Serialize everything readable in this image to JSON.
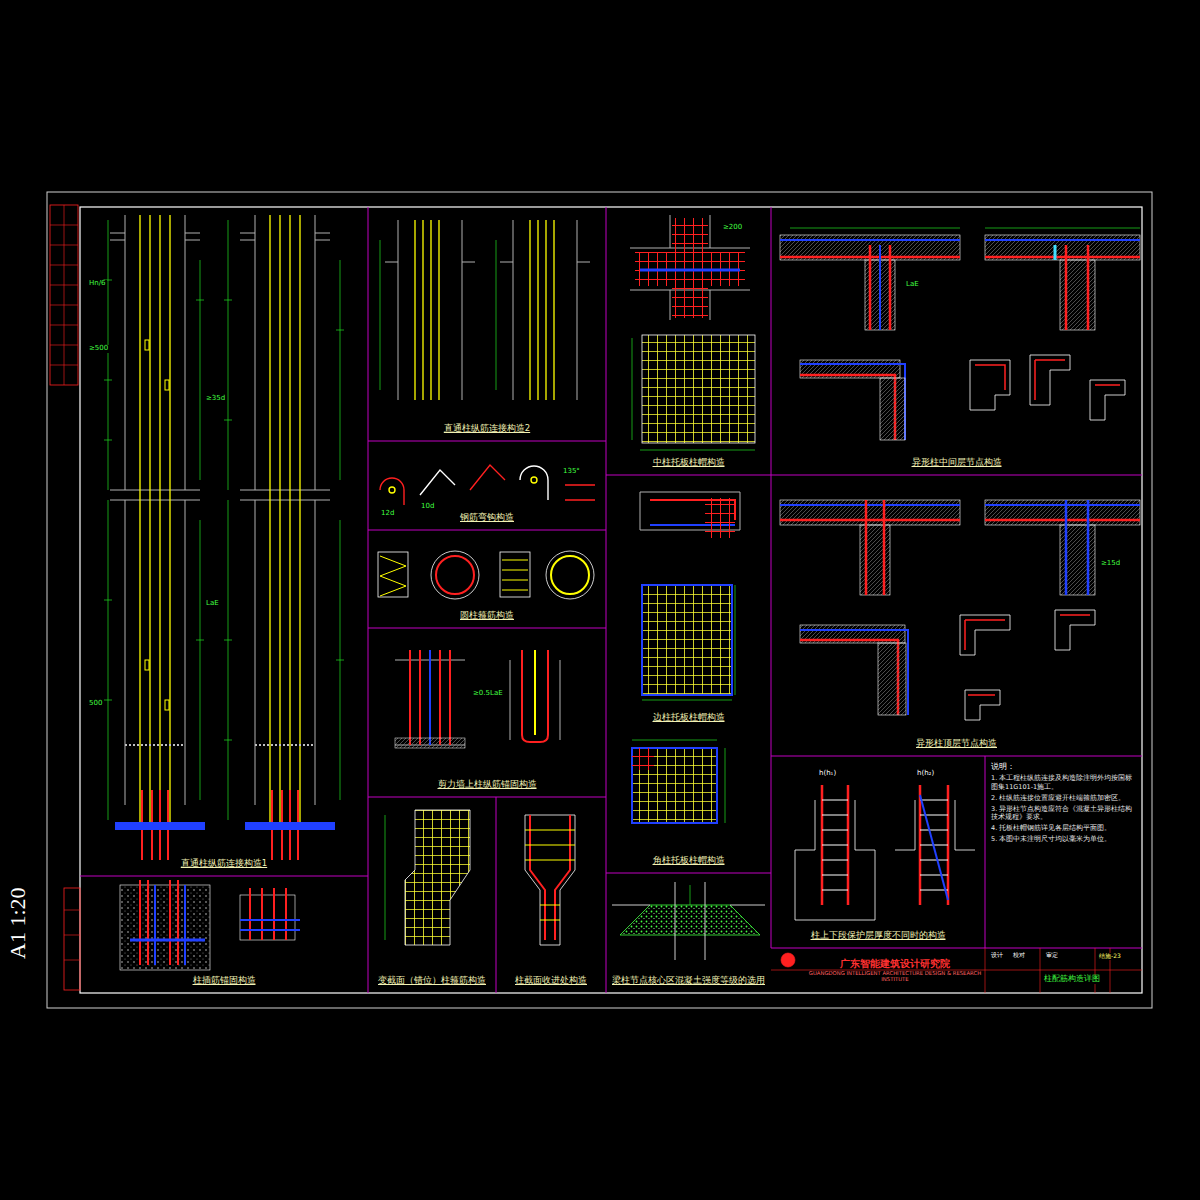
{
  "diagram": {
    "nodes": [
      {
        "text": [
          "直通柱纵筋连接构造1"
        ]
      },
      {
        "text": [
          "柱插筋锚固构造"
        ]
      },
      {
        "text": [
          "直通柱纵筋连接构造2"
        ]
      },
      {
        "text": [
          "钢筋弯钩构造"
        ]
      },
      {
        "text": [
          "圆柱箍筋构造"
        ]
      },
      {
        "text": [
          "剪力墙上柱纵筋锚固构造"
        ]
      },
      {
        "text": [
          "变截面（错位）柱箍筋构造"
        ]
      },
      {
        "text": [
          "柱截面收进处构造"
        ]
      },
      {
        "text": [
          "中柱托板柱帽构造"
        ]
      },
      {
        "text": [
          "边柱托板柱帽构造"
        ]
      },
      {
        "text": [
          "角柱托板柱帽构造"
        ]
      },
      {
        "text": [
          "梁柱节点核心区混凝土强度等级的选用"
        ]
      },
      {
        "text": [
          "异形柱中间层节点构造"
        ]
      },
      {
        "text": [
          "异形柱顶层节点构造"
        ]
      },
      {
        "text": [
          "柱上下段保护层厚度不同时的构造"
        ]
      },
      {
        "text": [
          "说明：",
          "1. 本工程柱纵筋连接及构造除注明外均按国标图集11G101-1施工。",
          "2. 柱纵筋连接位置应避开柱端箍筋加密区。",
          "3. 异形柱节点构造应符合《混凝土异形柱结构技术规程》要求。",
          "4. 托板柱帽钢筋详见各层结构平面图。",
          "5. 本图中未注明尺寸均以毫米为单位。"
        ]
      },
      {
        "text": [
          "广东智能建筑设计研究院",
          "GUANGDONG INTELLIGENT ARCHITECTURE DESIGN & RESEARCH INSTITUTE"
        ]
      }
    ],
    "labels": [
      "A1 1:20",
      "Hn/6",
      "≥500",
      "≥35d",
      "LaE",
      "500",
      "12d",
      "10d",
      "135°",
      "≥0.5LaE",
      "≥200",
      "LaE",
      "≥15d",
      "h(h₁)",
      "h(h₂)",
      "柱配筋构造详图",
      "结施-23",
      "设计",
      "校对",
      "审定"
    ]
  }
}
